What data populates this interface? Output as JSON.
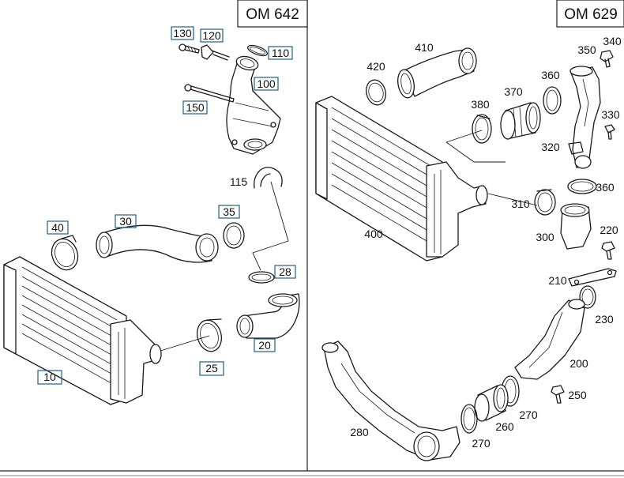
{
  "panels": {
    "left_title": "OM 642",
    "right_title": "OM 629"
  },
  "left_labels": {
    "p130": "130",
    "p120": "120",
    "p110": "110",
    "p100": "100",
    "p150": "150",
    "p115": "115",
    "p40": "40",
    "p30": "30",
    "p35": "35",
    "p28": "28",
    "p20": "20",
    "p25": "25",
    "p10": "10"
  },
  "right_labels": {
    "p410": "410",
    "p420": "420",
    "p350": "350",
    "p340": "340",
    "p370": "370",
    "p360a": "360",
    "p380": "380",
    "p330": "330",
    "p320": "320",
    "p360b": "360",
    "p310": "310",
    "p400": "400",
    "p300": "300",
    "p220": "220",
    "p210": "210",
    "p230": "230",
    "p200": "200",
    "p250": "250",
    "p270a": "270",
    "p260": "260",
    "p280": "280",
    "p270b": "270"
  }
}
